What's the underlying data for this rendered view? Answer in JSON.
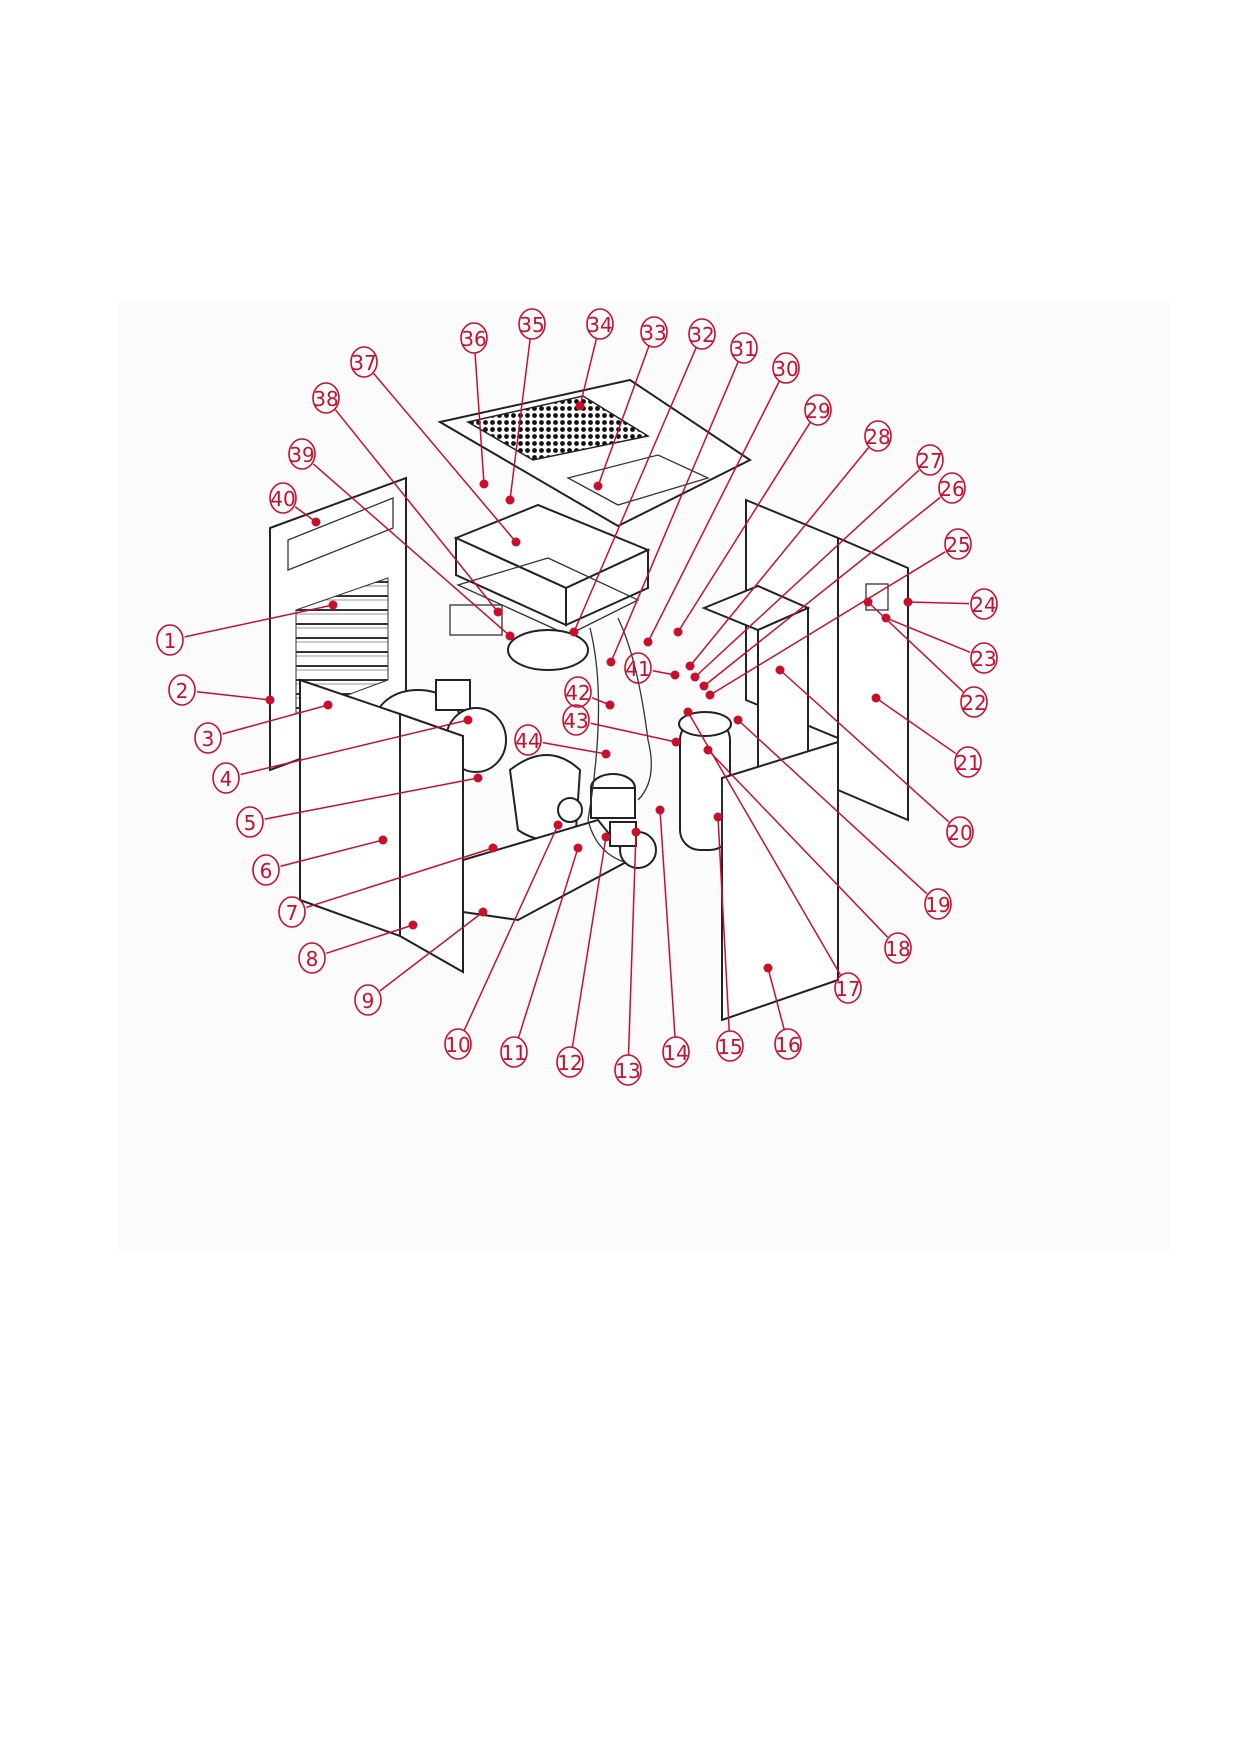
{
  "figure": {
    "type": "exploded-parts-diagram",
    "callout_color": "#c8102e",
    "callouts": [
      {
        "label": "1"
      },
      {
        "label": "2"
      },
      {
        "label": "3"
      },
      {
        "label": "4"
      },
      {
        "label": "5"
      },
      {
        "label": "6"
      },
      {
        "label": "7"
      },
      {
        "label": "8"
      },
      {
        "label": "9"
      },
      {
        "label": "10"
      },
      {
        "label": "11"
      },
      {
        "label": "12"
      },
      {
        "label": "13"
      },
      {
        "label": "14"
      },
      {
        "label": "15"
      },
      {
        "label": "16"
      },
      {
        "label": "17"
      },
      {
        "label": "18"
      },
      {
        "label": "19"
      },
      {
        "label": "20"
      },
      {
        "label": "21"
      },
      {
        "label": "22"
      },
      {
        "label": "23"
      },
      {
        "label": "24"
      },
      {
        "label": "25"
      },
      {
        "label": "26"
      },
      {
        "label": "27"
      },
      {
        "label": "28"
      },
      {
        "label": "29"
      },
      {
        "label": "30"
      },
      {
        "label": "31"
      },
      {
        "label": "32"
      },
      {
        "label": "33"
      },
      {
        "label": "34"
      },
      {
        "label": "35"
      },
      {
        "label": "36"
      },
      {
        "label": "37"
      },
      {
        "label": "38"
      },
      {
        "label": "39"
      },
      {
        "label": "40"
      },
      {
        "label": "41"
      },
      {
        "label": "42"
      },
      {
        "label": "43"
      },
      {
        "label": "44"
      }
    ]
  }
}
